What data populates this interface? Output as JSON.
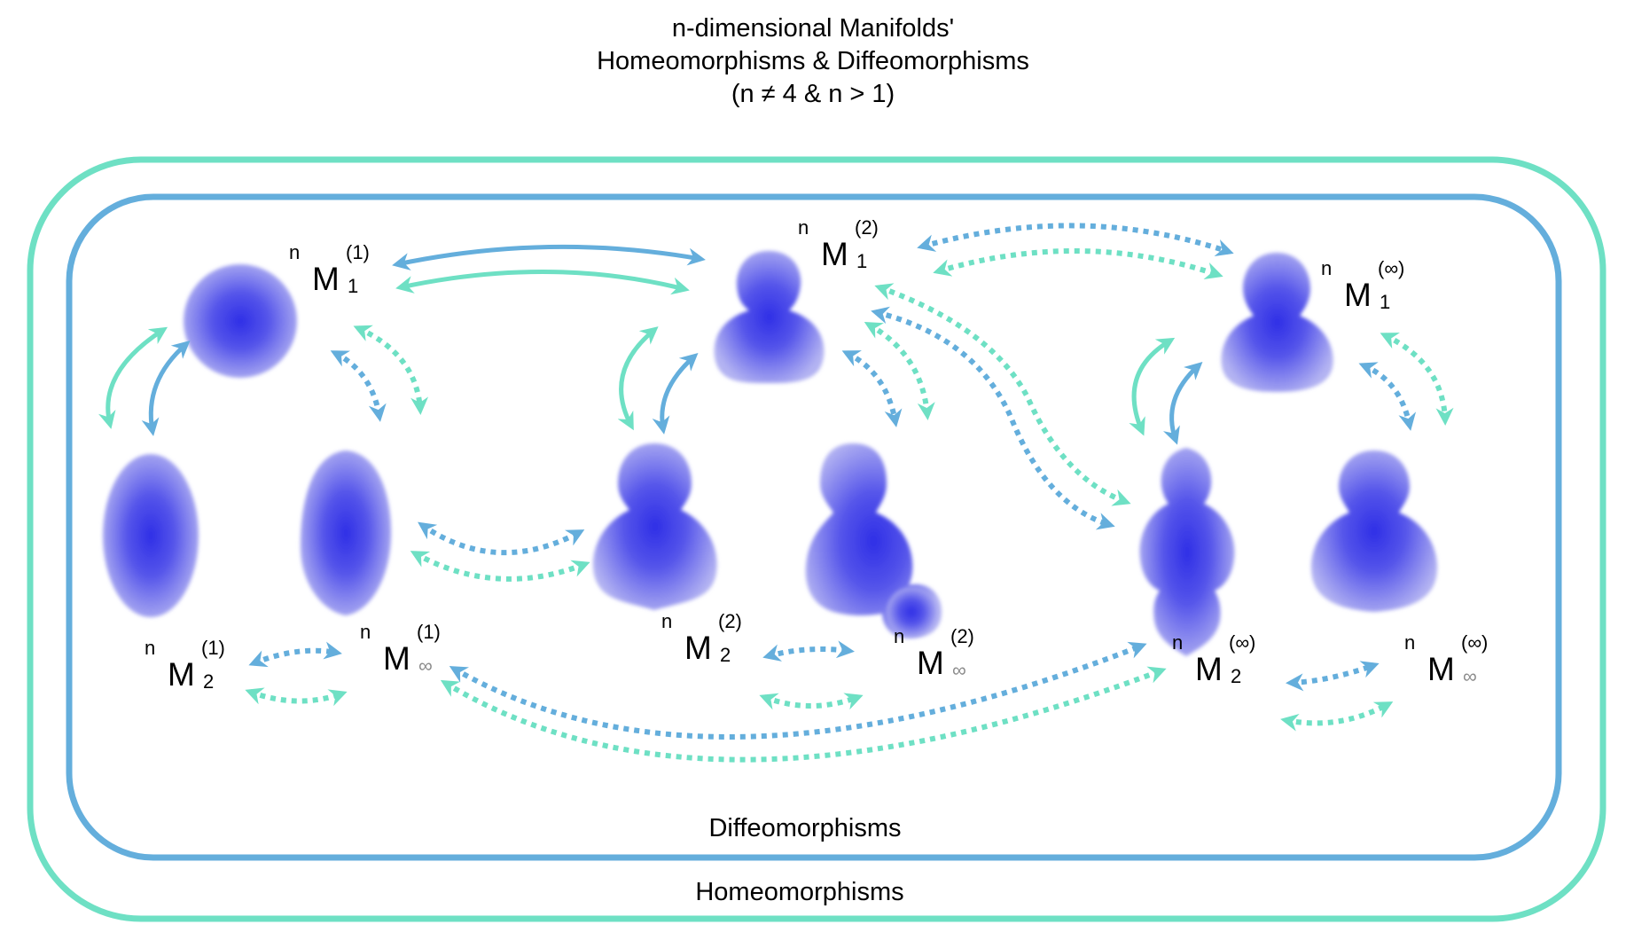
{
  "title": {
    "line1": "n-dimensional Manifolds'",
    "line2": "Homeomorphisms & Diffeomorphisms",
    "line3": "(n ≠ 4 & n > 1)"
  },
  "regions": {
    "outer_label": "Homeomorphisms",
    "inner_label": "Diffeomorphisms"
  },
  "colors": {
    "homeomorphism": "#6EE0C4",
    "diffeomorphism": "#64AEDC",
    "manifold_core": "#3535E8",
    "manifold_edge": "#A9A9F0"
  },
  "manifolds": [
    {
      "id": "M1_1",
      "dim": "n",
      "symbol": "M",
      "smoothness": "(1)",
      "index": "1",
      "shape": "sphere"
    },
    {
      "id": "M1_2",
      "dim": "n",
      "symbol": "M",
      "smoothness": "(1)",
      "index": "2",
      "shape": "ellipsoid"
    },
    {
      "id": "M1_inf",
      "dim": "n",
      "symbol": "M",
      "smoothness": "(1)",
      "index": "∞",
      "shape": "lemon"
    },
    {
      "id": "M2_1",
      "dim": "n",
      "symbol": "M",
      "smoothness": "(2)",
      "index": "1",
      "shape": "gourd"
    },
    {
      "id": "M2_2",
      "dim": "n",
      "symbol": "M",
      "smoothness": "(2)",
      "index": "2",
      "shape": "gourd-large"
    },
    {
      "id": "M2_inf",
      "dim": "n",
      "symbol": "M",
      "smoothness": "(2)",
      "index": "∞",
      "shape": "gourd-with-bud"
    },
    {
      "id": "Minf_1",
      "dim": "n",
      "symbol": "M",
      "smoothness": "(∞)",
      "index": "1",
      "shape": "gourd"
    },
    {
      "id": "Minf_2",
      "dim": "n",
      "symbol": "M",
      "smoothness": "(∞)",
      "index": "2",
      "shape": "triple-gourd"
    },
    {
      "id": "Minf_inf",
      "dim": "n",
      "symbol": "M",
      "smoothness": "(∞)",
      "index": "∞",
      "shape": "gourd-large"
    }
  ],
  "arrows": [
    {
      "from": "M1_1",
      "to": "M2_1",
      "kind": "diffeomorphism",
      "style": "solid"
    },
    {
      "from": "M1_1",
      "to": "M2_1",
      "kind": "homeomorphism",
      "style": "solid"
    },
    {
      "from": "M1_1",
      "to": "M1_2",
      "kind": "homeomorphism",
      "style": "solid"
    },
    {
      "from": "M1_1",
      "to": "M1_2",
      "kind": "diffeomorphism",
      "style": "solid"
    },
    {
      "from": "M1_1",
      "to": "M1_inf",
      "kind": "diffeomorphism",
      "style": "dotted"
    },
    {
      "from": "M1_1",
      "to": "M1_inf",
      "kind": "homeomorphism",
      "style": "dotted"
    },
    {
      "from": "M1_2",
      "to": "M1_inf",
      "kind": "diffeomorphism",
      "style": "dotted"
    },
    {
      "from": "M1_2",
      "to": "M1_inf",
      "kind": "homeomorphism",
      "style": "dotted"
    },
    {
      "from": "M1_inf",
      "to": "M2_2",
      "kind": "diffeomorphism",
      "style": "dotted"
    },
    {
      "from": "M1_inf",
      "to": "M2_2",
      "kind": "homeomorphism",
      "style": "dotted"
    },
    {
      "from": "M1_inf",
      "to": "Minf_2",
      "kind": "diffeomorphism",
      "style": "dotted"
    },
    {
      "from": "M1_inf",
      "to": "Minf_2",
      "kind": "homeomorphism",
      "style": "dotted"
    },
    {
      "from": "M2_1",
      "to": "M2_2",
      "kind": "homeomorphism",
      "style": "solid"
    },
    {
      "from": "M2_1",
      "to": "M2_2",
      "kind": "diffeomorphism",
      "style": "solid"
    },
    {
      "from": "M2_1",
      "to": "M2_inf",
      "kind": "diffeomorphism",
      "style": "dotted"
    },
    {
      "from": "M2_1",
      "to": "M2_inf",
      "kind": "homeomorphism",
      "style": "dotted"
    },
    {
      "from": "M2_1",
      "to": "Minf_1",
      "kind": "diffeomorphism",
      "style": "dotted"
    },
    {
      "from": "M2_1",
      "to": "Minf_1",
      "kind": "homeomorphism",
      "style": "dotted"
    },
    {
      "from": "M2_1",
      "to": "Minf_2",
      "kind": "homeomorphism",
      "style": "dotted"
    },
    {
      "from": "M2_1",
      "to": "Minf_2",
      "kind": "diffeomorphism",
      "style": "dotted"
    },
    {
      "from": "M2_2",
      "to": "M2_inf",
      "kind": "diffeomorphism",
      "style": "dotted"
    },
    {
      "from": "M2_2",
      "to": "M2_inf",
      "kind": "homeomorphism",
      "style": "dotted"
    },
    {
      "from": "Minf_1",
      "to": "Minf_2",
      "kind": "homeomorphism",
      "style": "solid"
    },
    {
      "from": "Minf_1",
      "to": "Minf_2",
      "kind": "diffeomorphism",
      "style": "solid"
    },
    {
      "from": "Minf_1",
      "to": "Minf_inf",
      "kind": "diffeomorphism",
      "style": "dotted"
    },
    {
      "from": "Minf_1",
      "to": "Minf_inf",
      "kind": "homeomorphism",
      "style": "dotted"
    },
    {
      "from": "Minf_2",
      "to": "Minf_inf",
      "kind": "diffeomorphism",
      "style": "dotted"
    },
    {
      "from": "Minf_2",
      "to": "Minf_inf",
      "kind": "homeomorphism",
      "style": "dotted"
    }
  ]
}
